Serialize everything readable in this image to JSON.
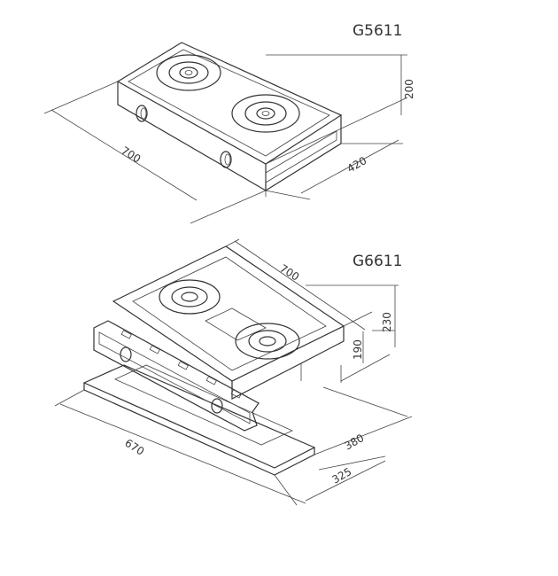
{
  "models": [
    {
      "name": "G5611",
      "dimensions": {
        "width": "700",
        "height": "200",
        "depth": "420"
      }
    },
    {
      "name": "G6611",
      "dimensions": {
        "width": "700",
        "height": "230",
        "body_height": "190",
        "cutout_width": "670",
        "cutout_depth": "380",
        "cutout_inner": "325"
      }
    }
  ]
}
